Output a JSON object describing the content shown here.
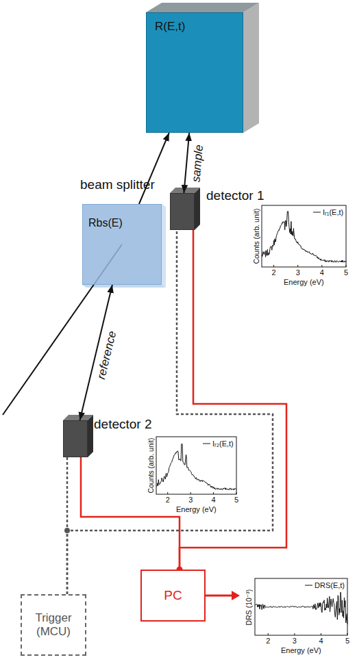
{
  "diagram": {
    "nodes": [
      {
        "text": [
          "R(E,t)"
        ]
      },
      {
        "text": [
          "beam splitter",
          "Rbs(E)"
        ]
      },
      {
        "text": [
          "detector 1"
        ]
      },
      {
        "text": [
          "detector 2"
        ]
      },
      {
        "text": [
          "Trigger (MCU)"
        ]
      },
      {
        "text": [
          "PC"
        ]
      }
    ],
    "edges": [
      {
        "from": 1,
        "to": 0,
        "arrow": "to"
      },
      {
        "from": 0,
        "to": 2,
        "label": "sample",
        "arrow": "both"
      },
      {
        "from": 1,
        "to": 3,
        "label": "reference",
        "arrow": "both"
      },
      {
        "from": 2,
        "to": 5,
        "arrow": "none"
      },
      {
        "from": 3,
        "to": 5,
        "arrow": "none"
      },
      {
        "from": 4,
        "to": 3,
        "arrow": "none"
      },
      {
        "from": 4,
        "to": 2,
        "arrow": "none"
      }
    ],
    "labels": [
      "Iᵣ₁(E,t)",
      "Counts (arb. unit)",
      "2",
      "3",
      "4",
      "5",
      "Energy (eV)",
      "Iᵣ₂(E,t)",
      "Counts (arb. unit)",
      "2",
      "3",
      "4",
      "5",
      "Energy (eV)",
      "DRS(E,t)",
      "DRS (10⁻³)",
      "2",
      "3",
      "4",
      "5",
      "Energy (eV)"
    ]
  }
}
